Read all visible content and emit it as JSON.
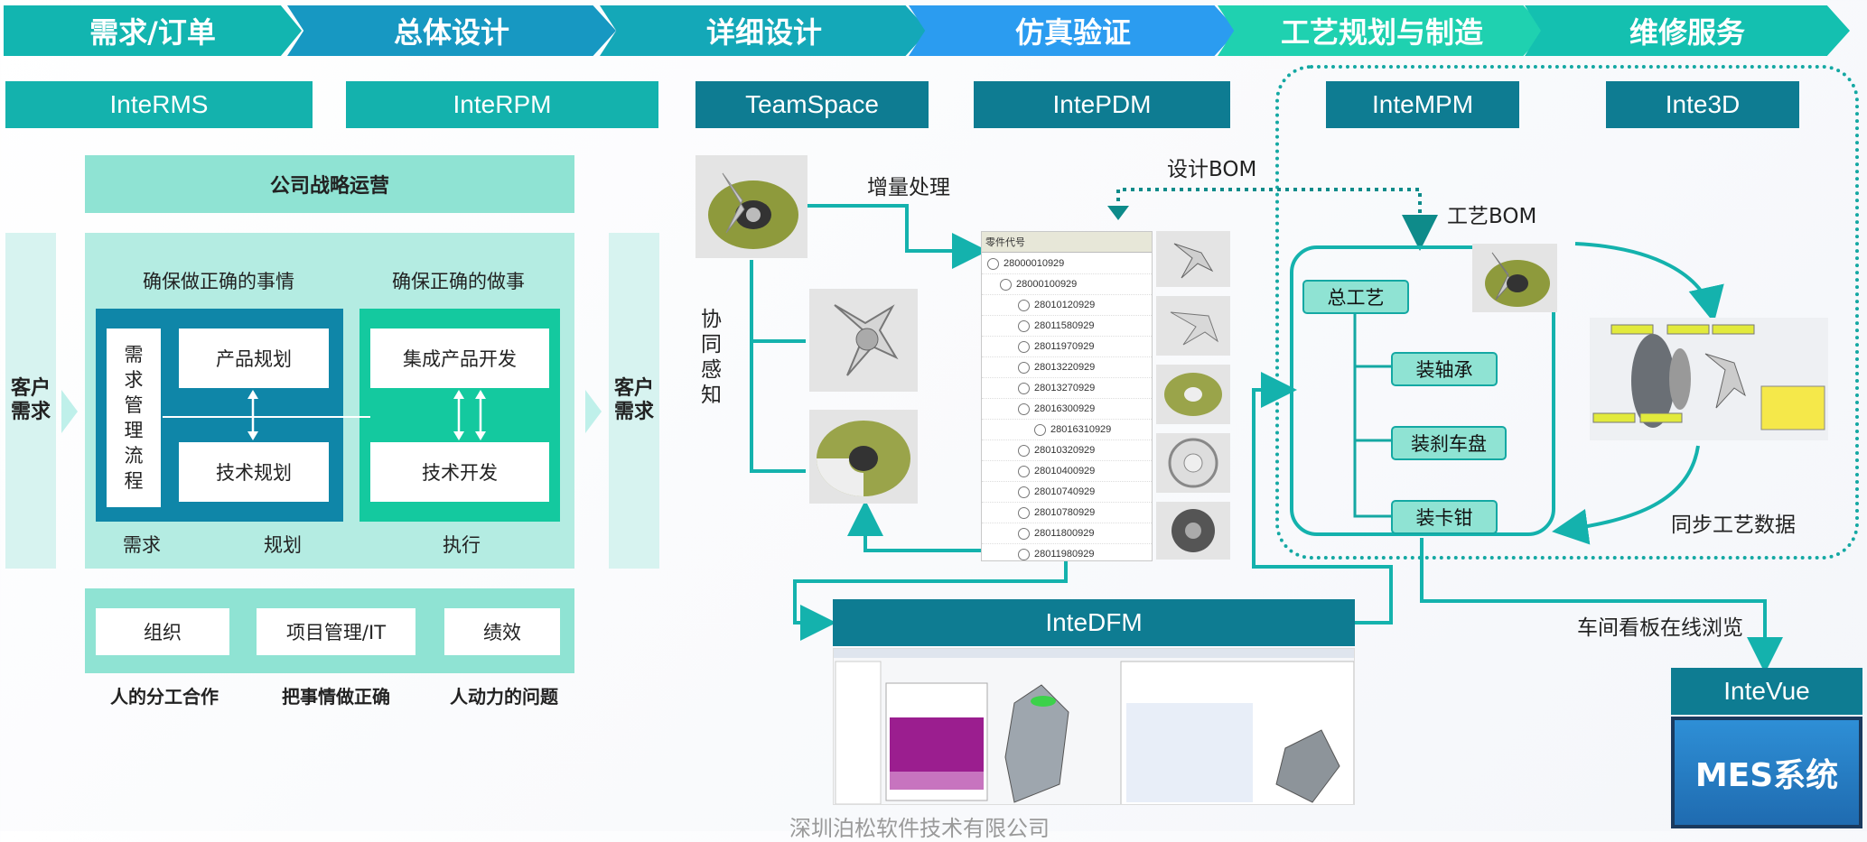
{
  "header": {
    "stages": [
      "需求/订单",
      "总体设计",
      "详细设计",
      "仿真验证",
      "工艺规划与制造",
      "维修服务"
    ],
    "colors": [
      "#12b5b0",
      "#1798c2",
      "#14a8b8",
      "#2b9cf0",
      "#1fd1b0",
      "#14c0b0"
    ]
  },
  "systems": {
    "rms": "InteRMS",
    "rpm": "InteRPM",
    "teamspace": "TeamSpace",
    "pdm": "IntePDM",
    "mpm": "InteMPM",
    "inte3d": "Inte3D",
    "dfm": "InteDFM",
    "vue": "InteVue"
  },
  "left": {
    "strategy": "公司战略运营",
    "customer_left": "客户需求",
    "customer_right": "客户需求",
    "do_right_things": "确保做正确的事情",
    "do_things_right": "确保正确的做事",
    "req_process": "需求管理流程",
    "product_planning": "产品规划",
    "tech_planning": "技术规划",
    "ipd": "集成产品开发",
    "tech_dev": "技术开发",
    "label_req": "需求",
    "label_plan": "规划",
    "label_exec": "执行",
    "org": "组织",
    "pm_it": "项目管理/IT",
    "perf": "绩效",
    "foot_org": "人的分工合作",
    "foot_pm": "把事情做正确",
    "foot_perf": "人动力的问题"
  },
  "middle": {
    "incremental": "增量处理",
    "collab": "协同感知",
    "design_bom": "设计BOM",
    "tree_header": "零件代号",
    "tree_rows": [
      "28000010929",
      "28000100929",
      "28010120929",
      "28011580929",
      "28011970929",
      "28013220929",
      "28013270929",
      "28016300929",
      "28016310929",
      "28010320929",
      "28010400929",
      "28010740929",
      "28010780929",
      "28011800929",
      "28011980929"
    ]
  },
  "right": {
    "process_bom": "工艺BOM",
    "total_process": "总工艺",
    "bearing": "装轴承",
    "brake_disc": "装刹车盘",
    "caliper": "装卡钳",
    "sync": "同步工艺数据",
    "workshop": "车间看板在线浏览",
    "mes": "MES系统"
  },
  "footer": {
    "company": "深圳泊松软件技术有限公司"
  }
}
